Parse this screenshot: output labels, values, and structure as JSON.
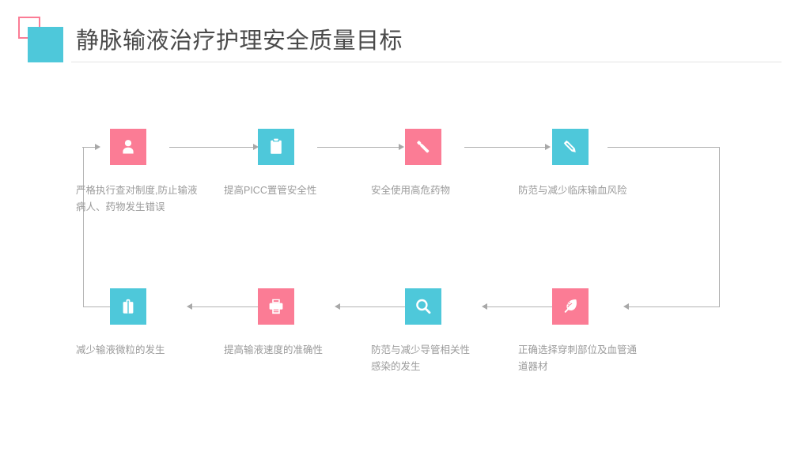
{
  "header": {
    "title": "静脉输液治疗护理安全质量目标",
    "deco_outline_color": "#fb7c95",
    "deco_solid_color": "#4ec8da",
    "rule_color": "#e4e4e4"
  },
  "theme": {
    "pink": "#fb7c95",
    "teal": "#4ec8da",
    "connector": "#b3b3b3",
    "label_text": "#9b9b9b",
    "title_text": "#4a4a4a",
    "background": "#ffffff"
  },
  "diagram": {
    "type": "cycle-flow",
    "rows": 2,
    "columns": 4,
    "top_row_direction": "left-to-right",
    "bottom_row_direction": "right-to-left",
    "nodes": [
      {
        "index": 1,
        "icon": "person-icon",
        "color": "#fb7c95",
        "color_name": "pink",
        "label": "严格执行查对制度,防止输液\n病人、药物发生错误"
      },
      {
        "index": 2,
        "icon": "clipboard-icon",
        "color": "#4ec8da",
        "color_name": "teal",
        "label": "提高PICC置管安全性"
      },
      {
        "index": 3,
        "icon": "flashlight-icon",
        "color": "#fb7c95",
        "color_name": "pink",
        "label": "安全使用高危药物"
      },
      {
        "index": 4,
        "icon": "pencil-icon",
        "color": "#4ec8da",
        "color_name": "teal",
        "label": "防范与减少临床输血风险"
      },
      {
        "index": 5,
        "icon": "briefcase-icon",
        "color": "#4ec8da",
        "color_name": "teal",
        "label": "减少输液微粒的发生"
      },
      {
        "index": 6,
        "icon": "printer-icon",
        "color": "#fb7c95",
        "color_name": "pink",
        "label": "提高输液速度的准确性"
      },
      {
        "index": 7,
        "icon": "search-icon",
        "color": "#4ec8da",
        "color_name": "teal",
        "label": "防范与减少导管相关性\n感染的发生"
      },
      {
        "index": 8,
        "icon": "feather-icon",
        "color": "#fb7c95",
        "color_name": "pink",
        "label": "正确选择穿刺部位及血管通\n道器材"
      }
    ]
  }
}
